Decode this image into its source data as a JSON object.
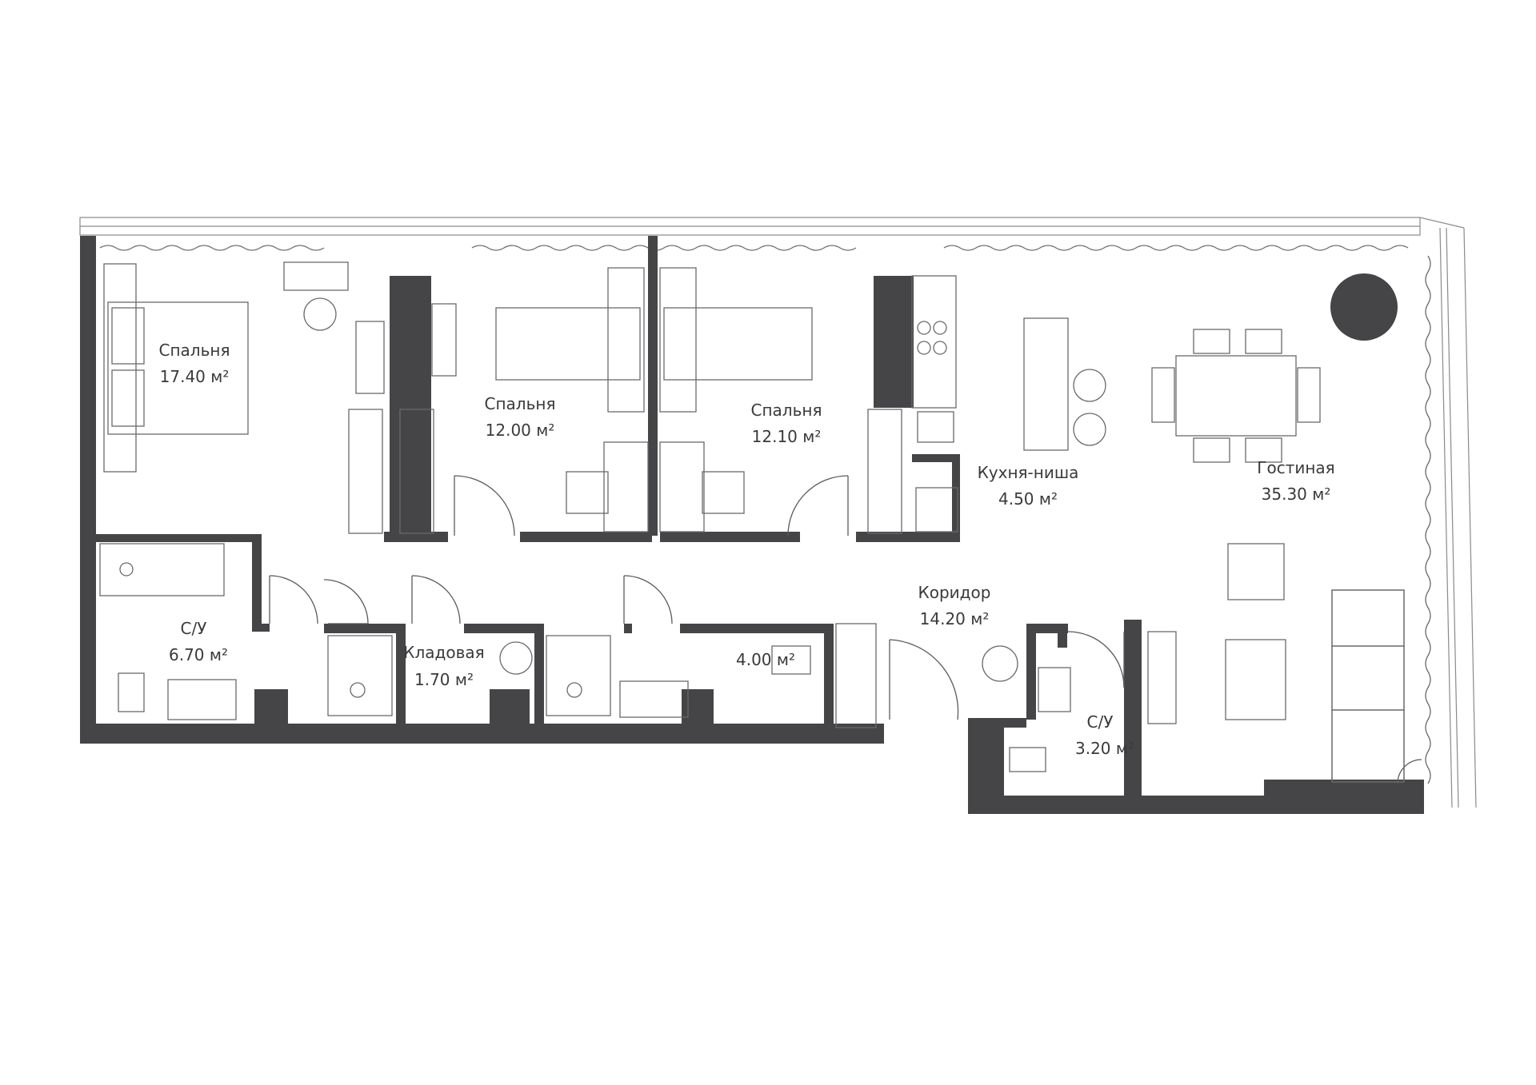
{
  "rooms": [
    {
      "id": "bedroom-1",
      "name": "Спальня",
      "area": "17.40 м²"
    },
    {
      "id": "bedroom-2",
      "name": "Спальня",
      "area": "12.00 м²"
    },
    {
      "id": "bedroom-3",
      "name": "Спальня",
      "area": "12.10 м²"
    },
    {
      "id": "kitchen",
      "name": "Кухня-ниша",
      "area": "4.50 м²"
    },
    {
      "id": "living",
      "name": "Гостиная",
      "area": "35.30 м²"
    },
    {
      "id": "bathroom-1",
      "name": "С/У",
      "area": "6.70 м²"
    },
    {
      "id": "storage",
      "name": "Кладовая",
      "area": "1.70 м²"
    },
    {
      "id": "bathroom-2",
      "name": "",
      "area": "4.00 м²"
    },
    {
      "id": "corridor",
      "name": "Коридор",
      "area": "14.20 м²"
    },
    {
      "id": "bathroom-3",
      "name": "С/У",
      "area": "3.20 м²"
    }
  ],
  "colors": {
    "wall": "#454547",
    "line": "#6a6a6c",
    "background": "#ffffff"
  }
}
